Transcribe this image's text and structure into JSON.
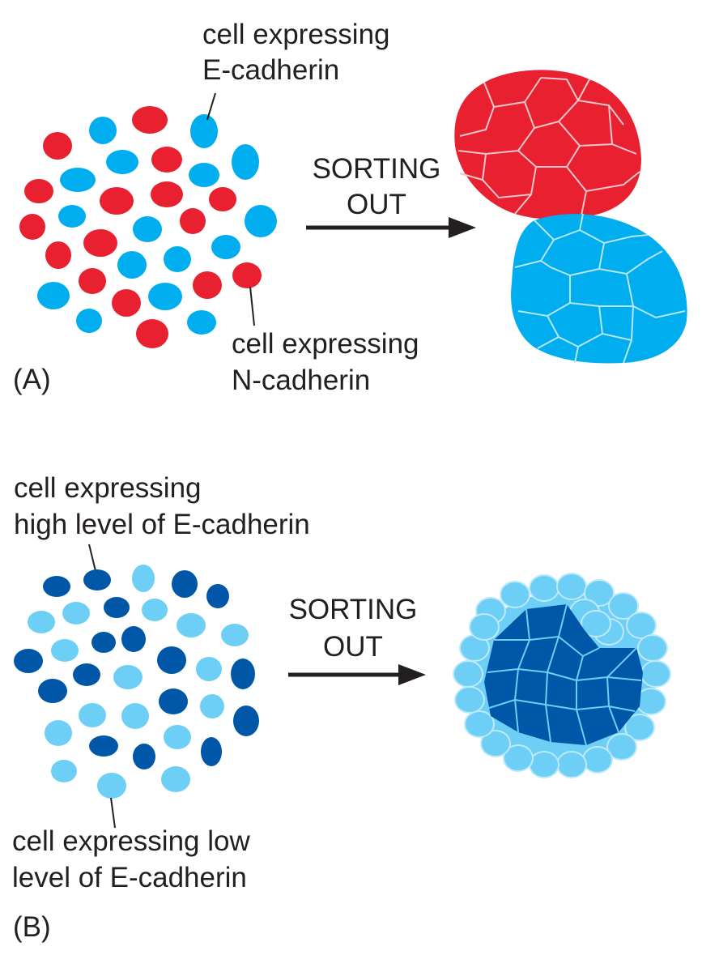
{
  "colors": {
    "red": "#e8202f",
    "blue": "#00aeef",
    "dark_blue": "#0057a8",
    "light_blue": "#6dcff6",
    "text": "#231f20",
    "arrow": "#231f20"
  },
  "panel_a": {
    "label": "(A)",
    "label_e_line1": "cell expressing",
    "label_e_line2": "E-cadherin",
    "label_n_line1": "cell expressing",
    "label_n_line2": "N-cadherin",
    "sort_line1": "SORTING",
    "sort_line2": "OUT"
  },
  "panel_b": {
    "label": "(B)",
    "label_high_line1": "cell expressing",
    "label_high_line2": "high level of E-cadherin",
    "label_low_line1": "cell expressing low",
    "label_low_line2": "level of E-cadherin",
    "sort_line1": "SORTING",
    "sort_line2": "OUT"
  }
}
